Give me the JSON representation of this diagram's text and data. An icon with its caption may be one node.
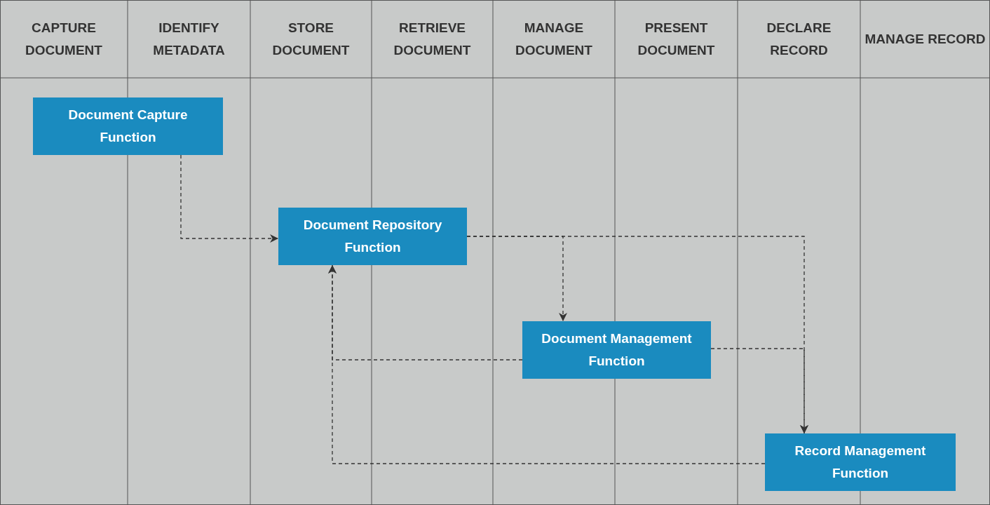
{
  "diagram": {
    "nodes": [
      {
        "text": [
          "Document Capture Function"
        ]
      },
      {
        "text": [
          "Document Repository Function"
        ]
      },
      {
        "text": [
          "Document Management Function"
        ]
      },
      {
        "text": [
          "Record Management Function"
        ]
      }
    ],
    "edges": [
      {
        "from": 0,
        "to": 1,
        "arrow": "to",
        "style": "dashed"
      },
      {
        "from": 1,
        "to": 2,
        "arrow": "to",
        "style": "dashed"
      },
      {
        "from": 1,
        "to": 3,
        "arrow": "to",
        "style": "dashed"
      },
      {
        "from": 2,
        "to": 3,
        "arrow": "to",
        "style": "dashed"
      },
      {
        "from": 2,
        "to": 1,
        "arrow": "to",
        "style": "dashed"
      },
      {
        "from": 3,
        "to": 1,
        "arrow": "to",
        "style": "dashed"
      }
    ],
    "labels": [
      "CAPTURE DOCUMENT",
      "IDENTIFY METADATA",
      "STORE DOCUMENT",
      "RETRIEVE DOCUMENT",
      "MANAGE DOCUMENT",
      "PRESENT DOCUMENT",
      "DECLARE RECORD",
      "MANAGE RECORD"
    ]
  }
}
